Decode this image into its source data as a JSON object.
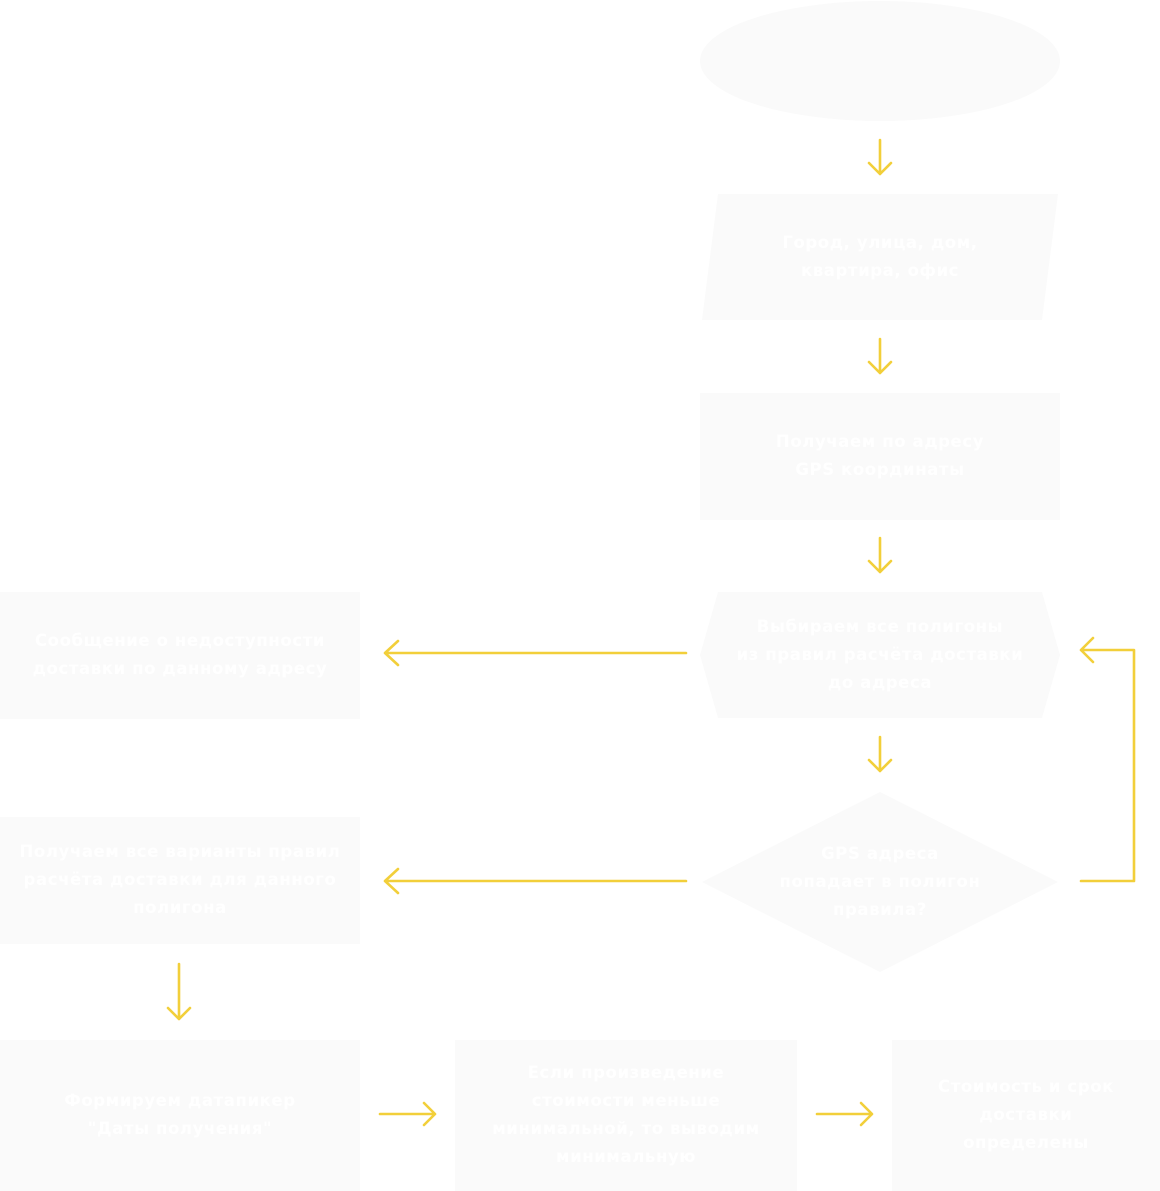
{
  "diagram": {
    "nodes": {
      "start": "",
      "address_input": "Город, улица, дом,\nквартира, офис",
      "gps_lookup": "Получаем по адресу\nGPS координаты",
      "select_polygons": "Выбираем все полигоны\nиз правил расчёта доставки\nдо адреса",
      "unavailable_message": "Сообщение о недоступности\nдоставки по данному адресу",
      "in_polygon_check": "GPS адреса\nпопадает в полигон\nправила?",
      "get_rule_variants": "Получаем все варианты правил\nрасчёта доставки для данного\nполигона",
      "datepicker": "Формируем датапикер\n\"Даты получения\"",
      "minimum_cost": "Если произведение\nстоимости меньше\nминимальной, то выводим\nминимальную",
      "result": "Стоимость и срок\nдоставки\nопределены"
    },
    "colors": {
      "shape_fill": "#fafafa",
      "connector": "#f2cf3a",
      "text": "#ffffff"
    }
  }
}
